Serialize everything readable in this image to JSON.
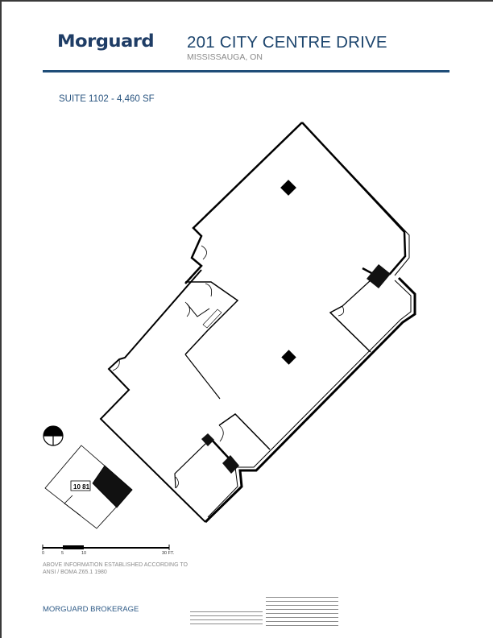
{
  "header": {
    "logo_text": "Morguard",
    "title": "201 CITY CENTRE DRIVE",
    "subtitle": "MISSISSAUGA, ON",
    "accent_color": "#1f4d78"
  },
  "suite": {
    "label": "SUITE 1102 - 4,460 SF"
  },
  "floor_plan": {
    "compass_icon": "north-arrow-icon",
    "key_plan": "building-key-plan",
    "columns": 2
  },
  "scale_bar": {
    "ticks": [
      "0",
      "5",
      "10",
      "30 FT."
    ]
  },
  "note": {
    "line1": "ABOVE INFORMATION ESTABLISHED ACCORDING TO",
    "line2": "ANSI / BOMA Z65.1 1980"
  },
  "footer": {
    "brokerage": "MORGUARD BROKERAGE"
  }
}
